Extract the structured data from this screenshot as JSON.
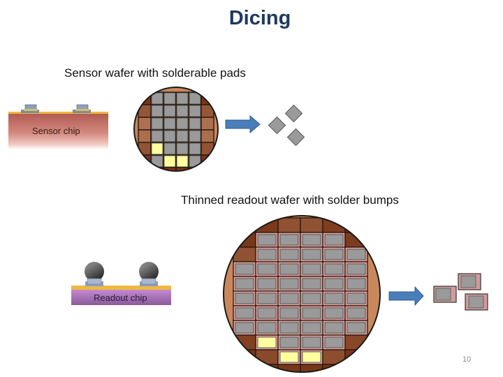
{
  "slide": {
    "title": "Dicing",
    "page_number": "10"
  },
  "sensor": {
    "caption": "Sensor wafer with solderable pads",
    "chip_label": "Sensor chip"
  },
  "readout": {
    "caption": "Thinned readout wafer with solder bumps",
    "chip_label": "Readout chip"
  },
  "colors": {
    "title": "#1f3a5f",
    "arrow": "#4a7ebb",
    "die": "#9a9a9a",
    "good_die": "#ffffa0",
    "copper": "#c9885c",
    "sensor_chip": "#c97a70",
    "readout_chip": "#9a6aa6"
  }
}
